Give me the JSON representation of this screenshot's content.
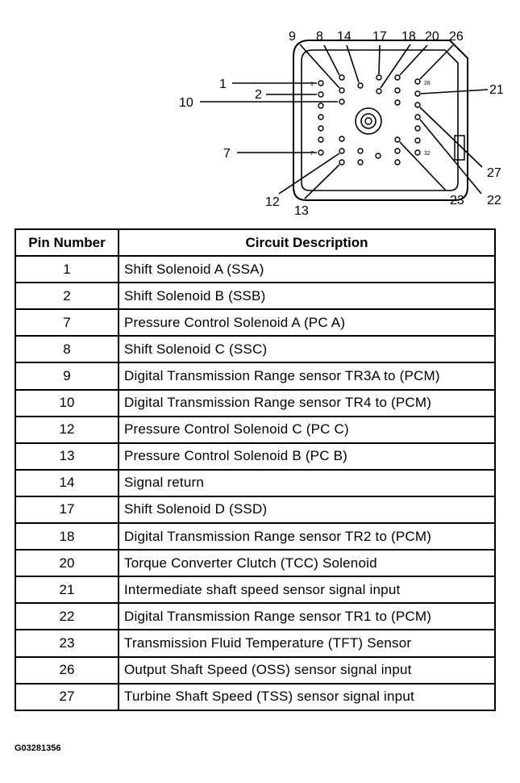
{
  "connector": {
    "callouts": [
      {
        "pin": "1"
      },
      {
        "pin": "2"
      },
      {
        "pin": "7"
      },
      {
        "pin": "8"
      },
      {
        "pin": "9"
      },
      {
        "pin": "10"
      },
      {
        "pin": "12"
      },
      {
        "pin": "13"
      },
      {
        "pin": "14"
      },
      {
        "pin": "17"
      },
      {
        "pin": "18"
      },
      {
        "pin": "20"
      },
      {
        "pin": "21"
      },
      {
        "pin": "22"
      },
      {
        "pin": "23"
      },
      {
        "pin": "26"
      },
      {
        "pin": "27"
      }
    ],
    "face_labels": [
      "1",
      "7",
      "26",
      "32"
    ]
  },
  "table": {
    "headers": [
      "Pin Number",
      "Circuit Description"
    ],
    "rows": [
      {
        "pin": "1",
        "description": "Shift Solenoid A (SSA)"
      },
      {
        "pin": "2",
        "description": "Shift Solenoid B (SSB)"
      },
      {
        "pin": "7",
        "description": "Pressure Control Solenoid A (PC A)"
      },
      {
        "pin": "8",
        "description": "Shift Solenoid C (SSC)"
      },
      {
        "pin": "9",
        "description": "Digital Transmission Range sensor TR3A to (PCM)"
      },
      {
        "pin": "10",
        "description": "Digital Transmission Range sensor TR4 to (PCM)"
      },
      {
        "pin": "12",
        "description": "Pressure Control Solenoid C (PC C)"
      },
      {
        "pin": "13",
        "description": "Pressure Control Solenoid B (PC B)"
      },
      {
        "pin": "14",
        "description": "Signal return"
      },
      {
        "pin": "17",
        "description": "Shift Solenoid D (SSD)"
      },
      {
        "pin": "18",
        "description": "Digital Transmission Range sensor TR2 to (PCM)"
      },
      {
        "pin": "20",
        "description": "Torque Converter Clutch (TCC) Solenoid"
      },
      {
        "pin": "21",
        "description": "Intermediate shaft speed sensor signal input"
      },
      {
        "pin": "22",
        "description": "Digital Transmission Range sensor TR1 to (PCM)"
      },
      {
        "pin": "23",
        "description": "Transmission Fluid Temperature (TFT) Sensor"
      },
      {
        "pin": "26",
        "description": "Output Shaft Speed (OSS) sensor signal input"
      },
      {
        "pin": "27",
        "description": "Turbine Shaft Speed (TSS) sensor signal input"
      }
    ]
  },
  "figure_code": "G03281356"
}
